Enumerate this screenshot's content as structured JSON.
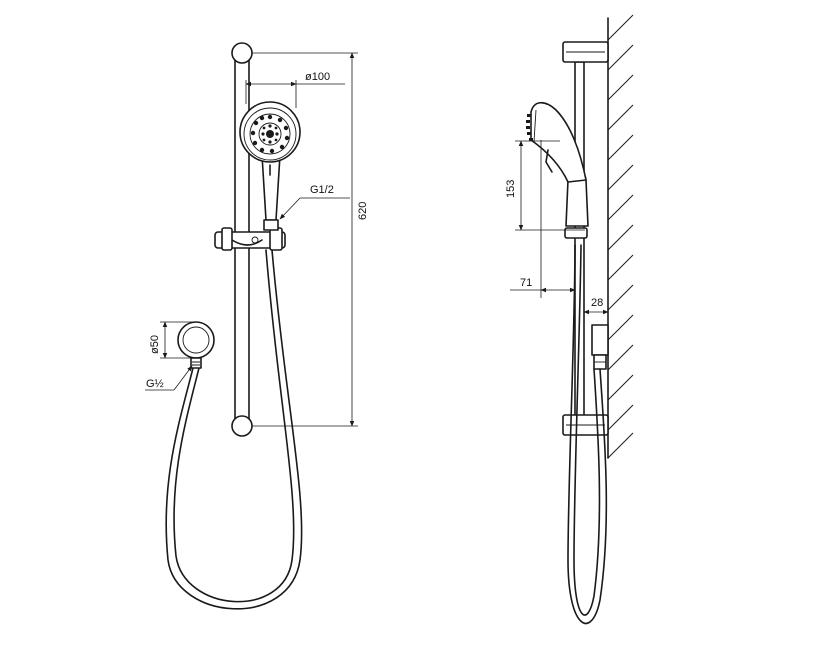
{
  "dimensions": {
    "head_diameter": "ø100",
    "rail_length": "620",
    "thread_top": "G1/2",
    "outlet_diameter": "ø50",
    "thread_outlet": "G½",
    "head_height": "153",
    "projection": "71",
    "bracket_depth": "28"
  },
  "colors": {
    "line": "#1a1a1a",
    "background": "#ffffff"
  }
}
